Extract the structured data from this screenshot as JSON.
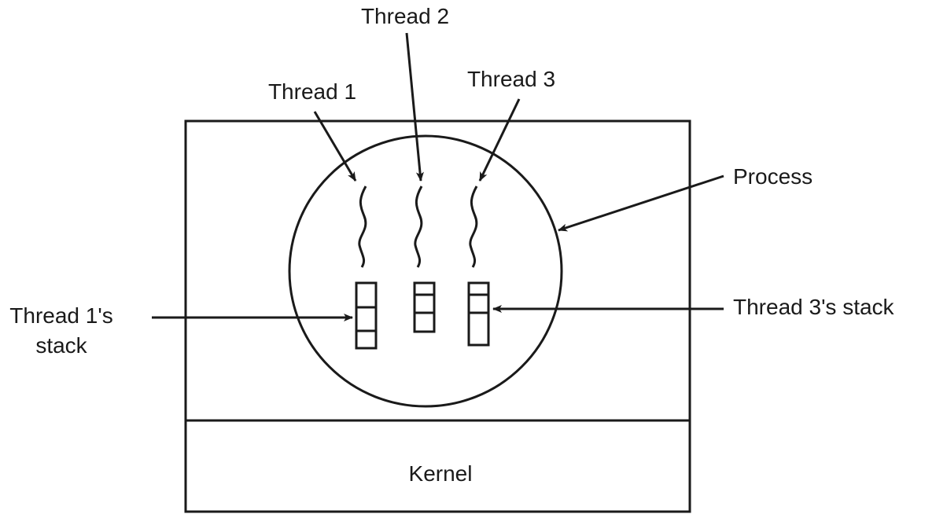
{
  "labels": {
    "thread1": "Thread 1",
    "thread2": "Thread 2",
    "thread3": "Thread 3",
    "process": "Process",
    "thread1_stack_line1": "Thread 1's",
    "thread1_stack_line2": "stack",
    "thread3_stack": "Thread 3's stack",
    "kernel": "Kernel"
  },
  "colors": {
    "ink": "#1a1a1a",
    "background": "#ffffff"
  }
}
